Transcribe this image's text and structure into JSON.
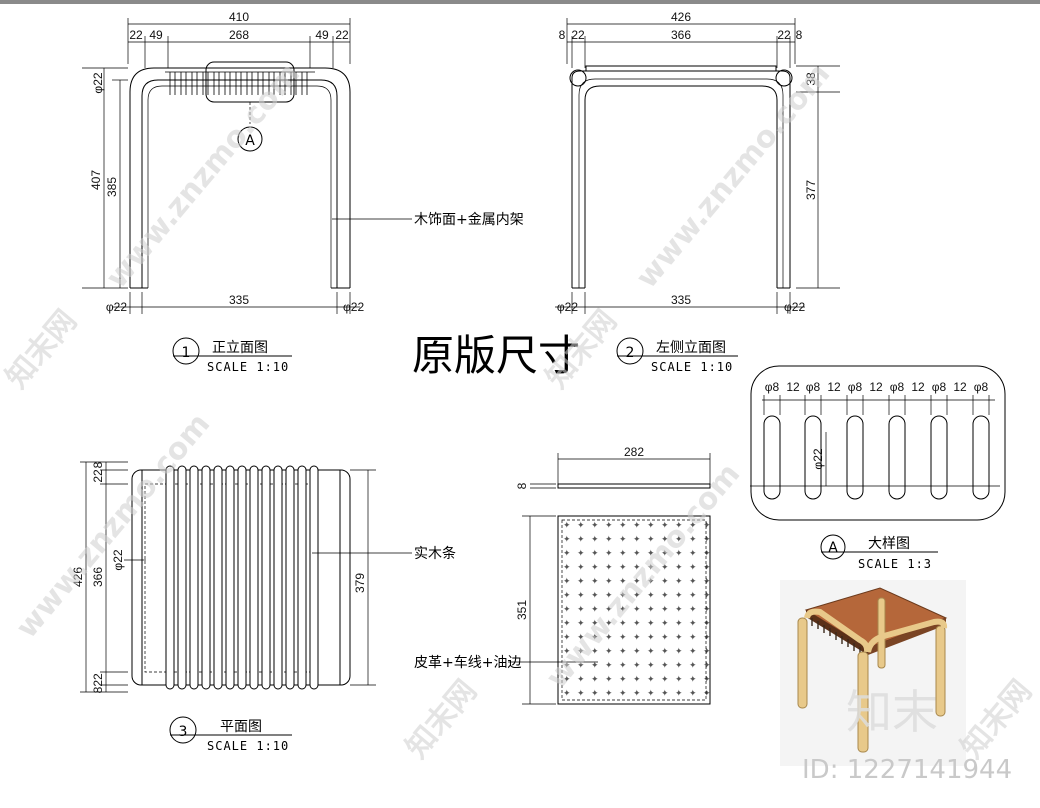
{
  "front_view": {
    "dims_top": {
      "overall": "410",
      "d1": "22",
      "d2": "49",
      "d3": "268",
      "d4": "49",
      "d5": "22"
    },
    "dims_left": {
      "overall": "407",
      "inner": "385",
      "tube": "φ22"
    },
    "dims_bottom": {
      "left_tube": "φ22",
      "span": "335",
      "right_tube": "φ22"
    },
    "callout_letter": "A",
    "note": "木饰面+金属内架",
    "title_num": "1",
    "title": "正立面图",
    "scale": "SCALE  1:10"
  },
  "side_view": {
    "dims_top": {
      "overall": "426",
      "d1": "8",
      "d2": "22",
      "d3": "366",
      "d4": "22",
      "d5": "8"
    },
    "dims_right": {
      "top": "38",
      "inner": "377"
    },
    "dims_bottom": {
      "left_tube": "φ22",
      "span": "335",
      "right_tube": "φ22"
    },
    "title_num": "2",
    "title": "左侧立面图",
    "scale": "SCALE  1:10"
  },
  "center_label": "原版尺寸",
  "plan_view": {
    "dims_left": {
      "overall": "426",
      "inner": "366",
      "top_a": "22",
      "top_b": "8",
      "bot_a": "22",
      "bot_b": "8"
    },
    "tube_label": "φ22",
    "dim_right": "379",
    "note": "实木条",
    "title_num": "3",
    "title": "平面图",
    "scale": "SCALE  1:10"
  },
  "cushion_view": {
    "dim_top": "282",
    "dim_left": "351",
    "thick": "8",
    "note": "皮革+车线+油边"
  },
  "detail_view": {
    "dims": [
      "φ8",
      "12",
      "φ8",
      "12",
      "φ8",
      "12",
      "φ8",
      "12",
      "φ8",
      "12",
      "φ8"
    ],
    "slot_dim": "φ22",
    "title_num": "A",
    "title": "大样图",
    "scale": "SCALE  1:3"
  },
  "watermark": {
    "text": "www.znzmo.com",
    "brand": "知末网",
    "logo": "知末",
    "id_text": "ID: 1227141944"
  },
  "colors": {
    "wood_top": "#b5673a",
    "tube": "#e8c98a",
    "line": "#000000"
  }
}
